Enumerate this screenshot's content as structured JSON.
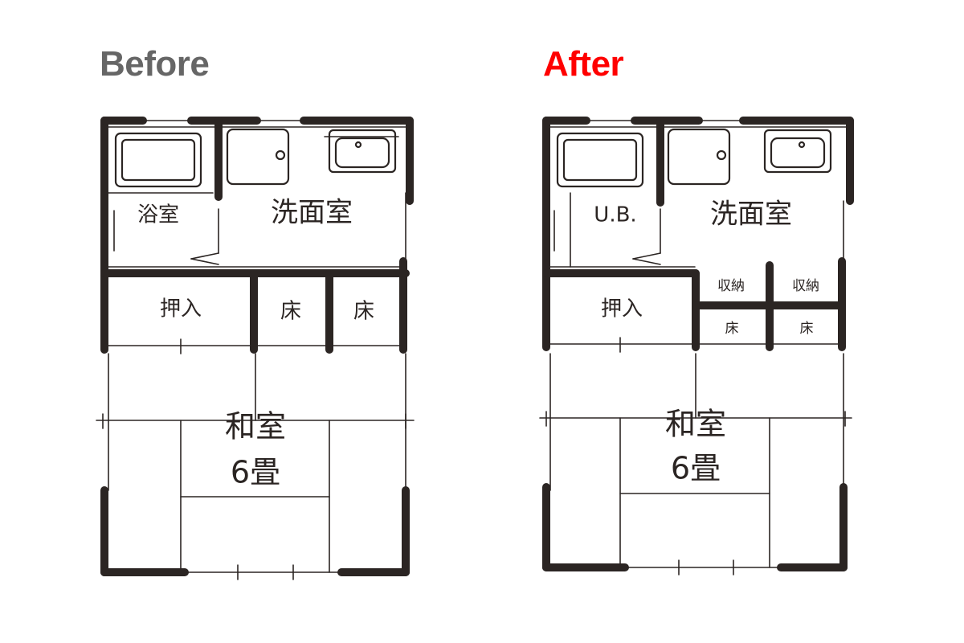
{
  "before": {
    "heading": "Before",
    "heading_color": "#666666",
    "rooms": {
      "bath": "浴室",
      "washroom": "洗面室",
      "closet": "押入",
      "alcove_1": "床",
      "alcove_2": "床",
      "tatami_room_line1": "和室",
      "tatami_room_line2": "6畳"
    }
  },
  "after": {
    "heading": "After",
    "heading_color": "#ff0000",
    "rooms": {
      "unit_bath": "U.B.",
      "washroom": "洗面室",
      "storage_1": "収納",
      "storage_2": "収納",
      "closet": "押入",
      "alcove_1": "床",
      "alcove_2": "床",
      "tatami_room_line1": "和室",
      "tatami_room_line2": "6畳"
    }
  },
  "wall_color": "#2b2523"
}
